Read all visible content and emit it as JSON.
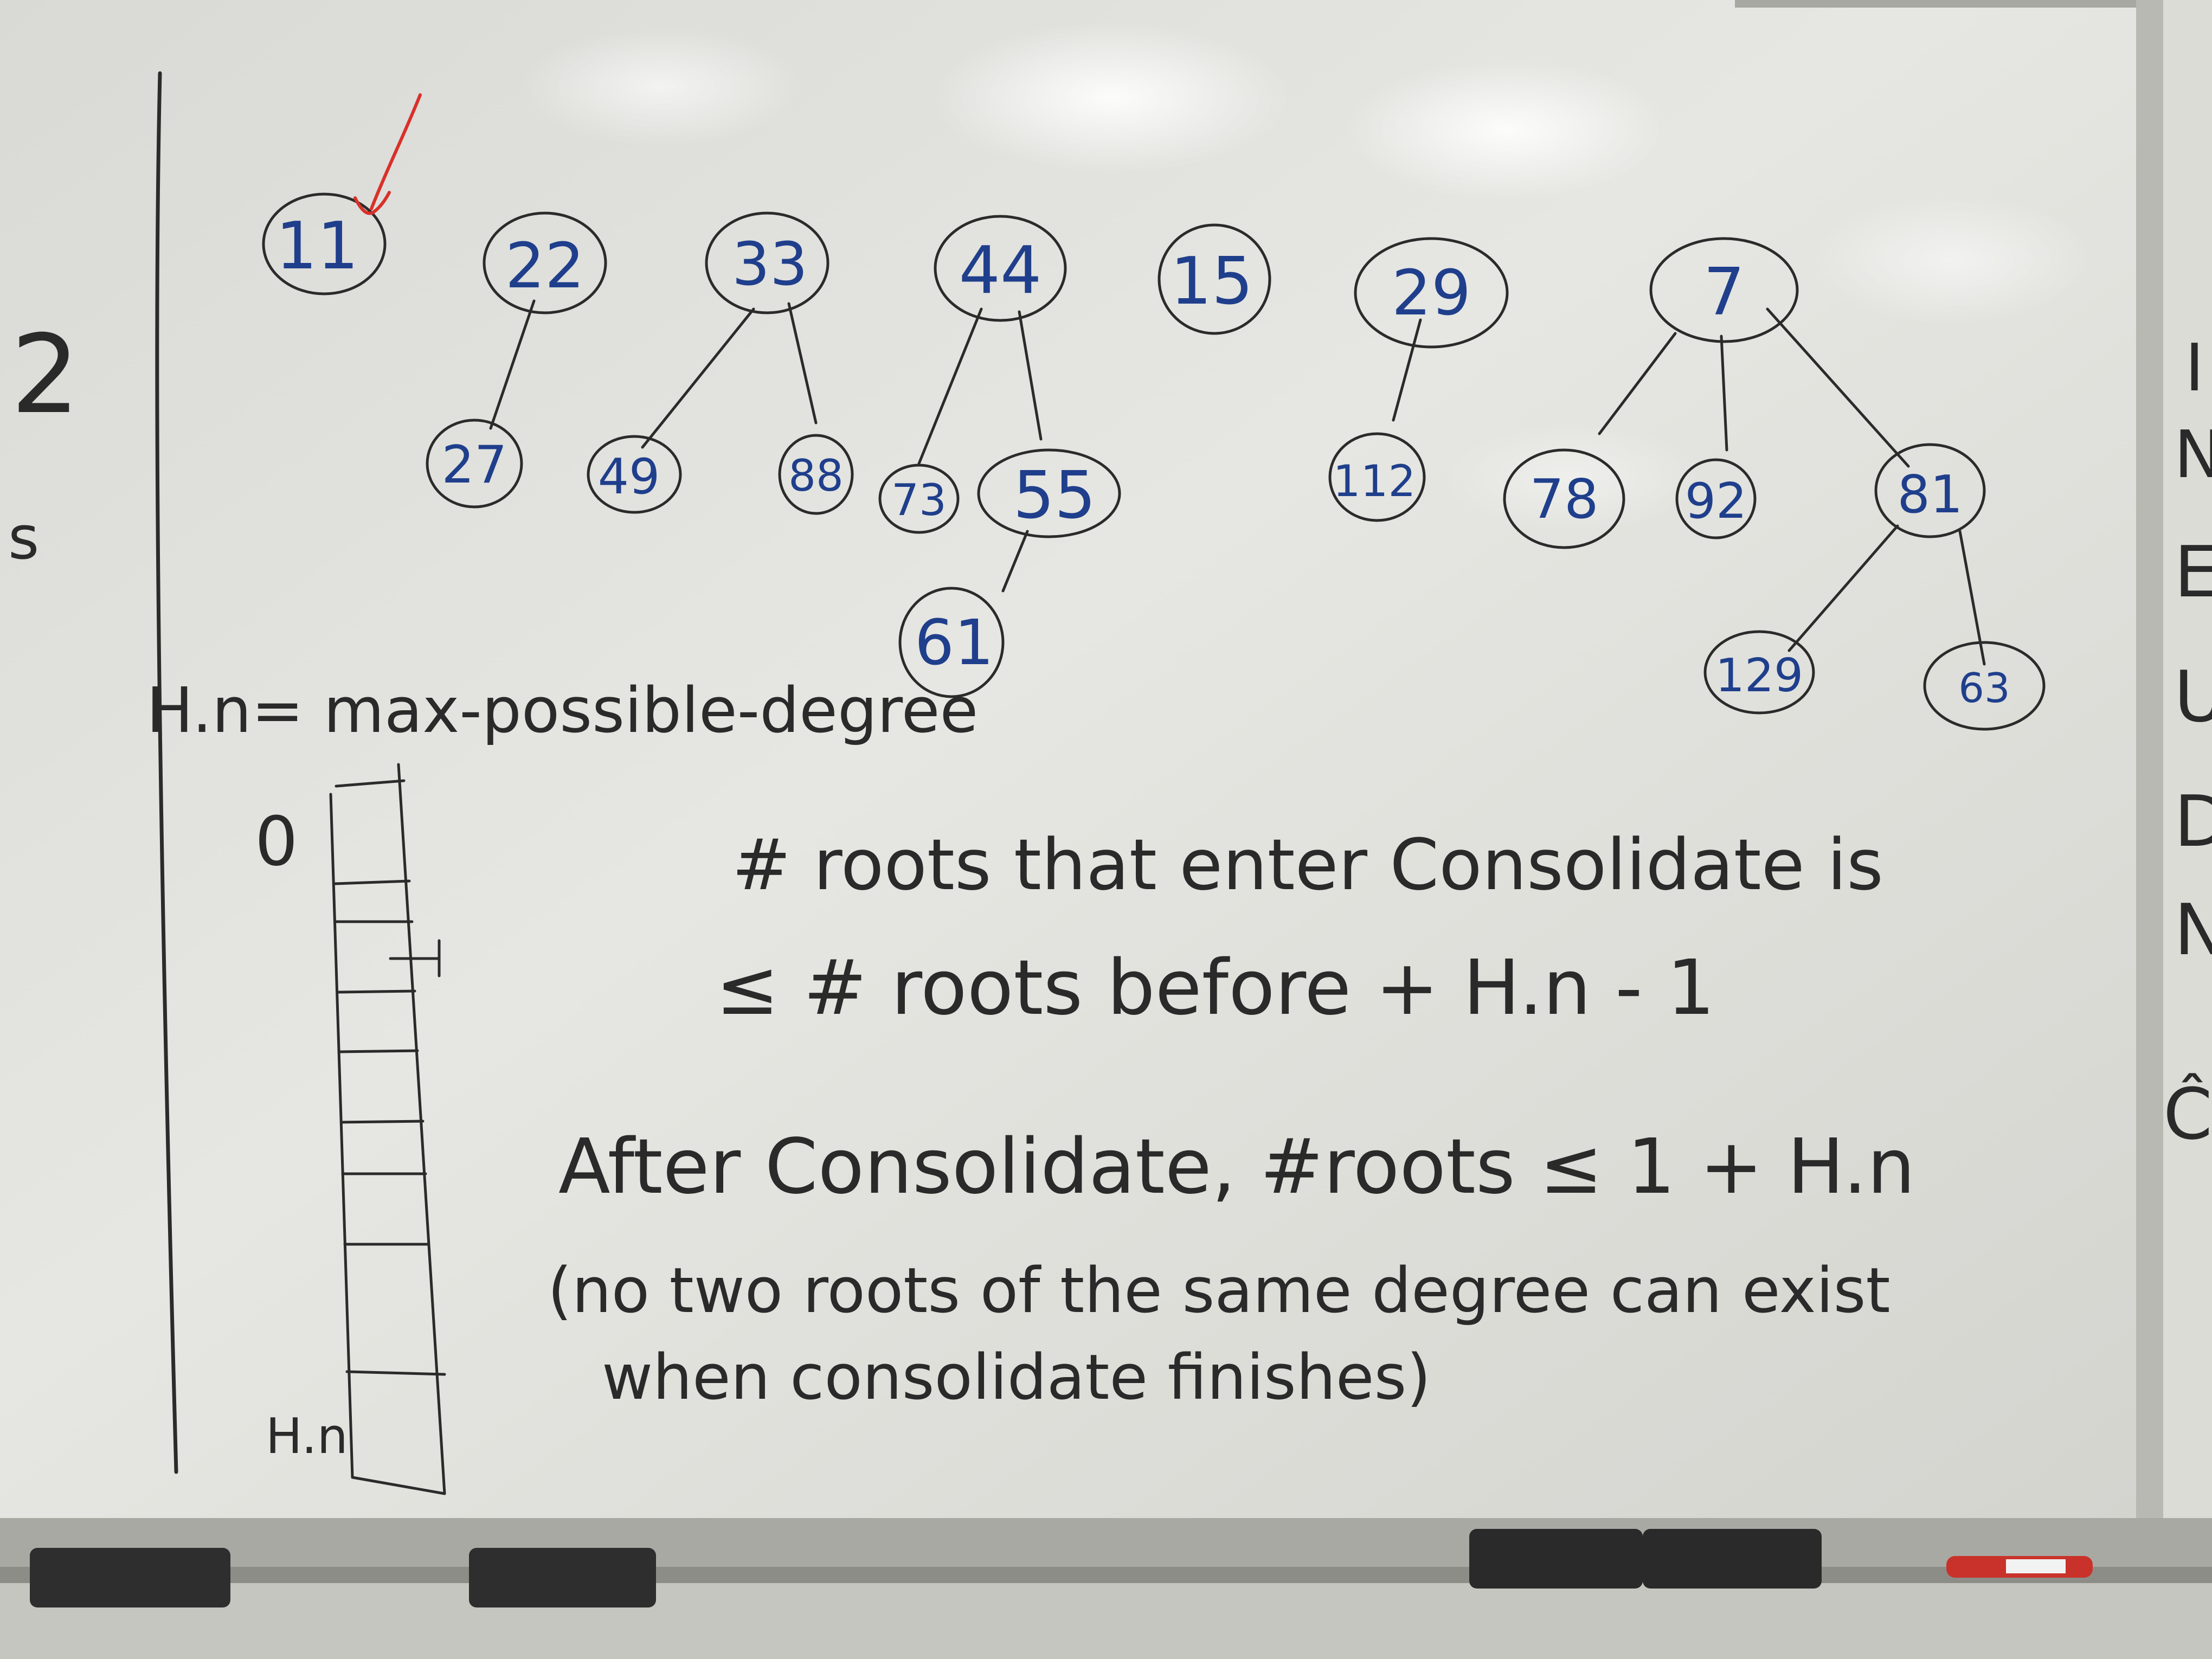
{
  "board": {
    "left_margin_text": [
      "2",
      "s"
    ],
    "right_margin_text": [
      "I",
      "N",
      "E",
      "U",
      "D",
      "N",
      "Ĉ"
    ]
  },
  "heap": {
    "min_pointer_color": "#d9302a",
    "ink_color": "#1f3f8c",
    "roots": [
      {
        "key": "11",
        "children": []
      },
      {
        "key": "22",
        "children": [
          {
            "key": "27",
            "children": []
          }
        ]
      },
      {
        "key": "33",
        "children": [
          {
            "key": "49",
            "children": []
          },
          {
            "key": "88",
            "children": []
          }
        ]
      },
      {
        "key": "44",
        "children": [
          {
            "key": "73",
            "children": []
          },
          {
            "key": "55",
            "children": [
              {
                "key": "61",
                "children": []
              }
            ]
          }
        ]
      },
      {
        "key": "15",
        "children": []
      },
      {
        "key": "29",
        "children": [
          {
            "key": "112",
            "children": []
          }
        ]
      },
      {
        "key": "7",
        "children": [
          {
            "key": "78",
            "children": []
          },
          {
            "key": "92",
            "children": []
          },
          {
            "key": "81",
            "children": [
              {
                "key": "129",
                "children": []
              },
              {
                "key": "63",
                "children": []
              }
            ]
          }
        ]
      }
    ]
  },
  "notes": {
    "hn_definition": "H.n= max-possible-degree",
    "array_label_top": "0",
    "array_label_bottom": "H.n",
    "line1": "# roots that enter Consolidate is",
    "line2": "≤ # roots before + H.n - 1",
    "line3": "After Consolidate, #roots ≤ 1 + H.n",
    "line4": "(no two roots of the same degree can exist",
    "line5": "when consolidate finishes)"
  }
}
